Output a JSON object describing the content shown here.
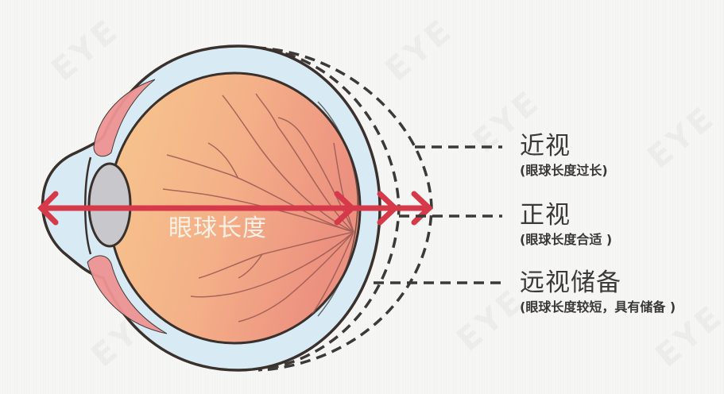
{
  "diagram": {
    "title_in_eye": "眼球长度",
    "labels": [
      {
        "id": "myopia",
        "main": "近视",
        "sub": "(眼球长度过长)"
      },
      {
        "id": "emmetropia",
        "main": "正视",
        "sub": "(眼球长度合适 )"
      },
      {
        "id": "hyperopia-reserve",
        "main": "远视储备",
        "sub": "(眼球长度较短，具有储备 )"
      }
    ],
    "watermark_text": "EYE",
    "colors": {
      "background": "#f6f6f5",
      "outline": "#3a302c",
      "sclera_fill": "#d9ecf4",
      "eyeball_fill_light": "#f6c08c",
      "eyeball_fill_dark": "#ef9c84",
      "lens_fill": "#c9c9cc",
      "ciliary_fill": "#ee9595",
      "arrow": "#d63a4a",
      "vessel": "#9a5a52",
      "dashed_line": "#3c3a38"
    }
  }
}
